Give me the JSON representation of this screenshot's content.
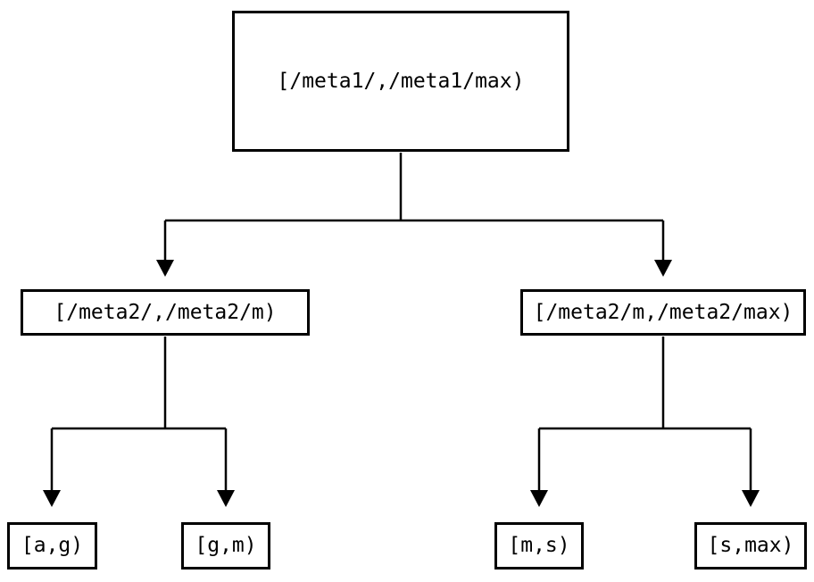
{
  "colors": {
    "background": "#ffffff",
    "line": "#000000",
    "text": "#000000"
  },
  "tree": {
    "root": {
      "id": "root",
      "label": "[/meta1/,/meta1/max)"
    },
    "children": [
      {
        "id": "meta2-low",
        "label": "[/meta2/,/meta2/m)",
        "children": [
          {
            "id": "leaf-ag",
            "label": "[a,g)"
          },
          {
            "id": "leaf-gm",
            "label": "[g,m)"
          }
        ]
      },
      {
        "id": "meta2-high",
        "label": "[/meta2/m,/meta2/max)",
        "children": [
          {
            "id": "leaf-ms",
            "label": "[m,s)"
          },
          {
            "id": "leaf-smax",
            "label": "[s,max)"
          }
        ]
      }
    ],
    "edges": [
      [
        "root",
        "meta2-low"
      ],
      [
        "root",
        "meta2-high"
      ],
      [
        "meta2-low",
        "leaf-ag"
      ],
      [
        "meta2-low",
        "leaf-gm"
      ],
      [
        "meta2-high",
        "leaf-ms"
      ],
      [
        "meta2-high",
        "leaf-smax"
      ]
    ]
  }
}
